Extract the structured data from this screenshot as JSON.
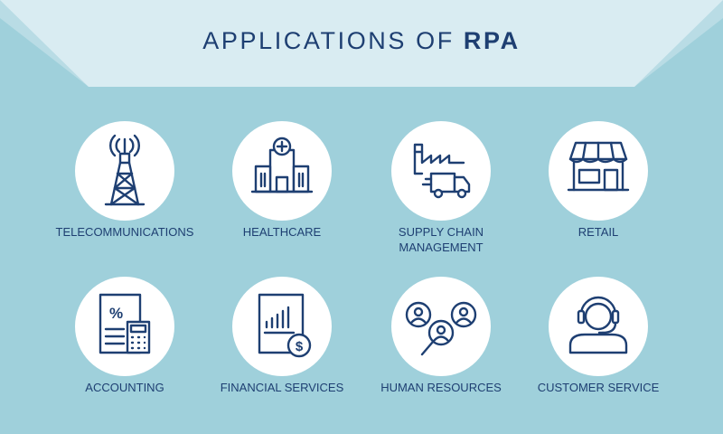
{
  "title": {
    "prefix": "APPLICATIONS OF ",
    "emphasis": "RPA"
  },
  "colors": {
    "background": "#9fd0db",
    "banner": "#d9ecf2",
    "banner_shadow": "#b9dce5",
    "ink": "#1e3f72",
    "circle": "#ffffff"
  },
  "items": [
    {
      "label": "TELECOMMUNICATIONS",
      "icon": "radio-tower-icon"
    },
    {
      "label": "HEALTHCARE",
      "icon": "hospital-icon"
    },
    {
      "label": "SUPPLY CHAIN\nMANAGEMENT",
      "icon": "factory-truck-icon"
    },
    {
      "label": "RETAIL",
      "icon": "store-icon"
    },
    {
      "label": "ACCOUNTING",
      "icon": "calculator-document-icon"
    },
    {
      "label": "FINANCIAL SERVICES",
      "icon": "financial-report-icon"
    },
    {
      "label": "HUMAN RESOURCES",
      "icon": "people-search-icon"
    },
    {
      "label": "CUSTOMER SERVICE",
      "icon": "headset-agent-icon"
    }
  ]
}
